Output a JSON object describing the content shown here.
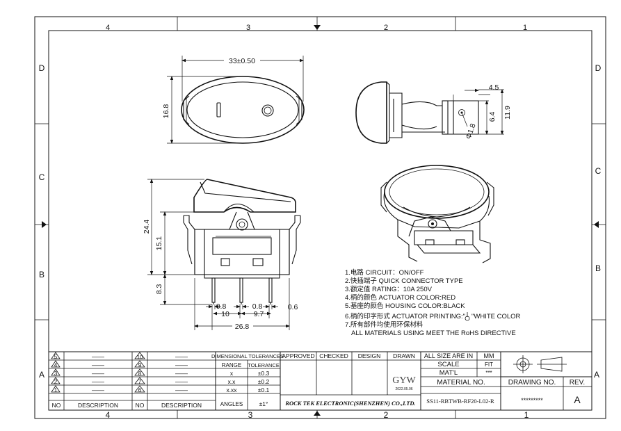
{
  "zones": {
    "top": [
      "4",
      "3",
      "2",
      "1"
    ],
    "bottom": [
      "4",
      "3",
      "2",
      "1"
    ],
    "left": [
      "D",
      "C",
      "B",
      "A"
    ],
    "right": [
      "D",
      "C",
      "B",
      "A"
    ]
  },
  "dimensions": {
    "width_top": "33±0.50",
    "height_front": "16.8",
    "side_a": "4.5",
    "side_b": "6.4",
    "side_c": "11.9",
    "side_hole": "Φ1.8",
    "total_h": "24.4",
    "mid_h": "15.1",
    "pin_h": "8.3",
    "pin_p1": "0.8",
    "pin_p2": "0.8",
    "pin_w": "0.6",
    "pitch_1": "10",
    "pitch_2": "9.7",
    "base_w": "26.8"
  },
  "notes": [
    "1.电路 CIRCUIT：ON/OFF",
    "2.快插端子 QUICK CONNECTOR TYPE",
    "3.额定值 RATING：10A 250V",
    "4.柄的颜色 ACTUATOR COLOR:RED",
    "5.基座的颜色 HOUSING COLOR:BLACK",
    "6.柄的印字形式 ACTUATOR PRINTING:\"",
    "\"WHITE COLOR",
    "7.所有部件均使用环保材料",
    "ALL MATERIALS USING MEET THE RoHS DIRECTIVE"
  ],
  "revision_table": {
    "left_numbers": [
      "5",
      "4",
      "3",
      "2",
      "1"
    ],
    "right_numbers": [
      "10",
      "9",
      "8",
      "7",
      "6"
    ],
    "dash": "——",
    "no_header": "NO",
    "desc_header": "DESCRIPTION"
  },
  "tolerances": {
    "title": "DIMENSIONAL TOLERANCES",
    "range_header": "RANGE",
    "tol_header": "TOLERANCE",
    "rows": [
      {
        "range": "x",
        "tol": "±0.3"
      },
      {
        "range": "x.x",
        "tol": "±0.2"
      },
      {
        "range": "x.xx",
        "tol": "±0.1"
      },
      {
        "range": "ANGLES",
        "tol": "±1°"
      }
    ]
  },
  "approval": {
    "approved": "APPROVED",
    "checked": "CHECKED",
    "design": "DESIGN",
    "drawn": "DRAWN",
    "logo": "GYW",
    "date": "2022.05.06"
  },
  "company": "ROCK TEK ELECTRONIC(SHENZHEN) CO.,LTD.",
  "part_number": "SS11-RBTWB-RF20-L02-R",
  "units_label": "ALL SIZE ARE IN",
  "units_value": "MM",
  "scale_label": "SCALE",
  "scale_value": "FIT",
  "matl_label": "MAT'L",
  "matl_value": "***",
  "material_no_label": "MATERIAL NO.",
  "drawing_no_label": "DRAWING NO.",
  "drawing_no_value": "*********",
  "rev_label": "REV.",
  "rev_value": "A"
}
